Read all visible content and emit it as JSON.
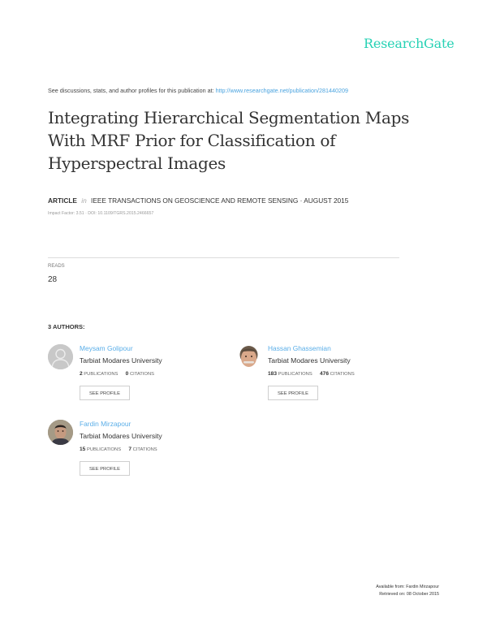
{
  "brand": {
    "name": "ResearchGate",
    "color": "#28d2b5"
  },
  "header": {
    "see_discussions_text": "See discussions, stats, and author profiles for this publication at:",
    "publication_url": "http://www.researchgate.net/publication/281440209"
  },
  "publication": {
    "title": "Integrating Hierarchical Segmentation Maps With MRF Prior for Classification of Hyperspectral Images",
    "type": "ARTICLE",
    "in_label": "in",
    "journal_and_date": "IEEE TRANSACTIONS ON GEOSCIENCE AND REMOTE SENSING · AUGUST 2015",
    "impact_doi": "Impact Factor: 3.51 · DOI: 10.1109/TGRS.2015.2466657"
  },
  "stats": {
    "reads_label": "READS",
    "reads_value": "28"
  },
  "authors_section": {
    "heading": "3 AUTHORS:",
    "authors": [
      {
        "name": "Meysam Golipour",
        "institution": "Tarbiat Modares University",
        "publications": "2",
        "publications_label": "PUBLICATIONS",
        "citations": "0",
        "citations_label": "CITATIONS",
        "button": "SEE PROFILE",
        "avatar": "placeholder-avatar"
      },
      {
        "name": "Hassan Ghassemian",
        "institution": "Tarbiat Modares University",
        "publications": "183",
        "publications_label": "PUBLICATIONS",
        "citations": "476",
        "citations_label": "CITATIONS",
        "button": "SEE PROFILE",
        "avatar": "photo-avatar"
      },
      {
        "name": "Fardin Mirzapour",
        "institution": "Tarbiat Modares University",
        "publications": "15",
        "publications_label": "PUBLICATIONS",
        "citations": "7",
        "citations_label": "CITATIONS",
        "button": "SEE PROFILE",
        "avatar": "photo-avatar"
      }
    ]
  },
  "footer": {
    "available_from": "Available from: Fardin Mirzapour",
    "retrieved_on": "Retrieved on: 08 October 2015"
  }
}
